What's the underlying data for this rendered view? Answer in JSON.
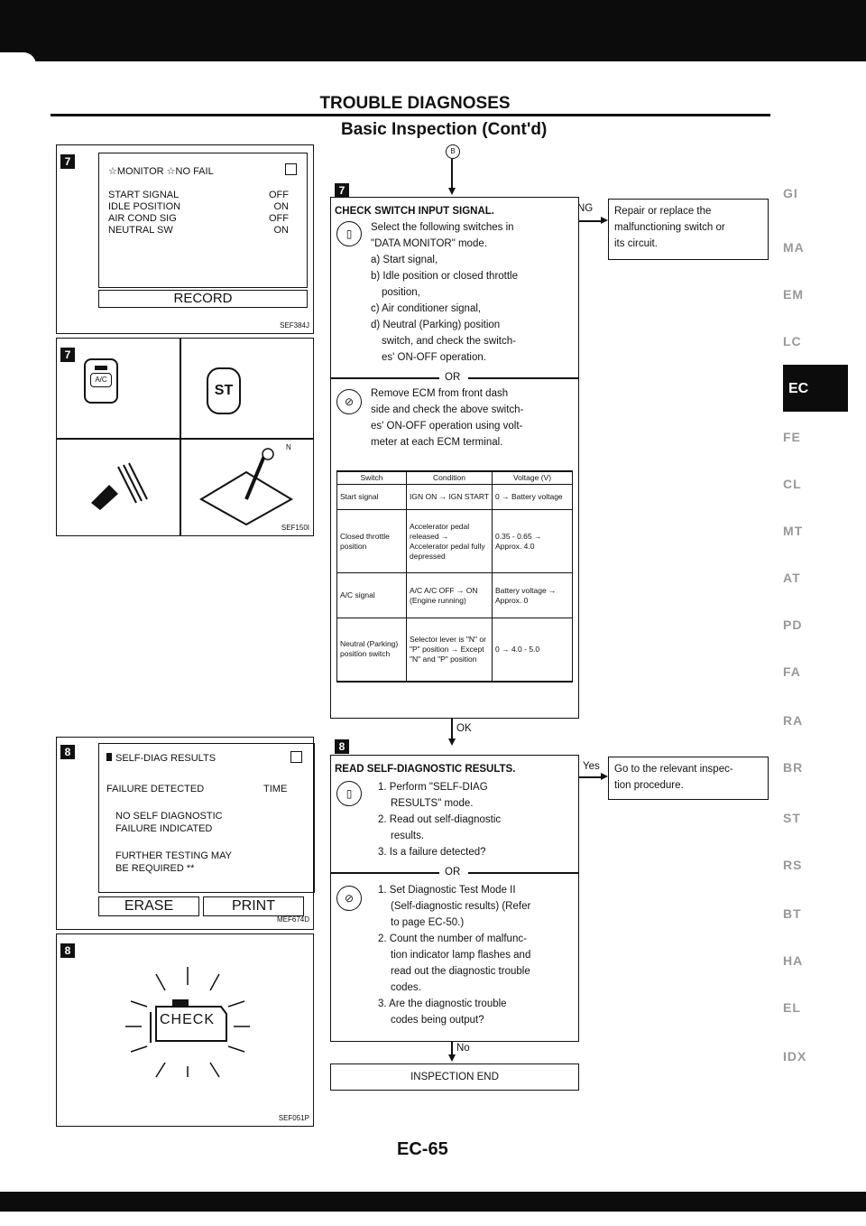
{
  "header": {
    "title": "TROUBLE DIAGNOSES",
    "subtitle": "Basic Inspection (Cont'd)"
  },
  "page_number": "EC-65",
  "left": {
    "fig1": {
      "step": "7",
      "line1": "☆MONITOR ☆NO FAIL",
      "rows": [
        {
          "label": "START SIGNAL",
          "value": "OFF"
        },
        {
          "label": "IDLE POSITION",
          "value": "ON"
        },
        {
          "label": "AIR COND SIG",
          "value": "OFF"
        },
        {
          "label": "NEUTRAL SW",
          "value": "ON"
        }
      ],
      "record": "RECORD",
      "ref": "SEF384J"
    },
    "fig2": {
      "step": "7",
      "ac": "A/C",
      "st": "ST",
      "n": "N",
      "ref": "SEF150I"
    },
    "fig3": {
      "step": "8",
      "title": "SELF-DIAG RESULTS",
      "col1": "FAILURE DETECTED",
      "col2": "TIME",
      "line1": "NO SELF DIAGNOSTIC",
      "line2": "FAILURE INDICATED",
      "line3": "FURTHER TESTING MAY",
      "line4": "BE REQUIRED **",
      "erase": "ERASE",
      "print": "PRINT",
      "ref": "MEF674D"
    },
    "fig4": {
      "step": "8",
      "check": "CHECK",
      "ref": "SEF051P"
    }
  },
  "flow": {
    "connector": "B",
    "step7": {
      "step": "7",
      "title": "CHECK SWITCH INPUT SIGNAL.",
      "lines": [
        "Select the following switches in",
        "\"DATA MONITOR\" mode.",
        "a) Start signal,",
        "b) Idle position or closed throttle",
        "position,",
        "c) Air conditioner signal,",
        "d) Neutral (Parking) position",
        "switch, and check the switch-",
        "es' ON-OFF operation."
      ],
      "or": "OR",
      "lines2": [
        "Remove ECM from front dash",
        "side and check the above switch-",
        "es' ON-OFF operation using volt-",
        "meter at each ECM terminal."
      ],
      "table": {
        "headers": [
          "Switch",
          "Condition",
          "Voltage (V)"
        ],
        "rows": [
          [
            "Start signal",
            "IGN ON → IGN START",
            "0 → Battery voltage"
          ],
          [
            "Closed throttle position",
            "Accelerator pedal released → Accelerator pedal fully depressed",
            "0.35 - 0.65 → Approx. 4.0"
          ],
          [
            "A/C signal",
            "A/C A/C OFF → ON (Engine running)",
            "Battery voltage → Approx. 0"
          ],
          [
            "Neutral (Parking) position switch",
            "Selector lever is \"N\" or \"P\" position → Except \"N\" and \"P\" position",
            "0 → 4.0 - 5.0"
          ]
        ]
      }
    },
    "ng": "NG",
    "ng_box": [
      "Repair or replace the",
      "malfunctioning switch or",
      "its circuit."
    ],
    "ok": "OK",
    "step8": {
      "step": "8",
      "title": "READ SELF-DIAGNOSTIC RESULTS.",
      "lines": [
        "1. Perform \"SELF-DIAG",
        "RESULTS\" mode.",
        "2. Read out self-diagnostic",
        "results.",
        "3. Is a failure detected?"
      ],
      "or": "OR",
      "lines2": [
        "1. Set Diagnostic Test Mode II",
        "(Self-diagnostic results) (Refer",
        "to page EC-50.)",
        "2. Count the number of malfunc-",
        "tion indicator lamp flashes and",
        "read out the diagnostic trouble",
        "codes.",
        "3. Are the diagnostic trouble",
        "codes being output?"
      ]
    },
    "yes": "Yes",
    "yes_box": [
      "Go to the relevant inspec-",
      "tion procedure."
    ],
    "no": "No",
    "end": "INSPECTION END"
  },
  "tabs": [
    "GI",
    "MA",
    "EM",
    "LC",
    "EC",
    "FE",
    "CL",
    "MT",
    "AT",
    "PD",
    "FA",
    "RA",
    "BR",
    "ST",
    "RS",
    "BT",
    "HA",
    "EL",
    "IDX"
  ]
}
